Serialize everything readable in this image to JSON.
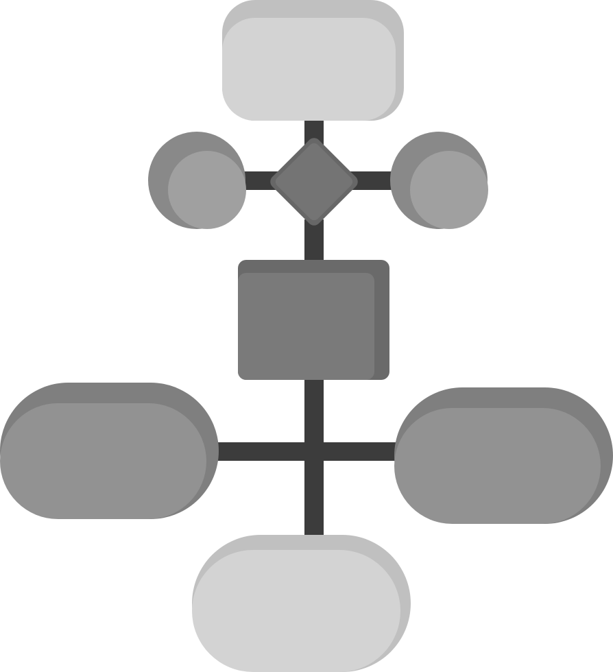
{
  "diagram": {
    "icon": "flowchart-icon",
    "colors": {
      "background": "#ffffff",
      "connector": "#3c3c3c",
      "light_shape": "#d3d3d3",
      "light_shape_shadow": "#c0c0c0",
      "mid_shape": "#a0a0a0",
      "mid_shape_shadow": "#898989",
      "terminal_shape": "#929292",
      "terminal_shape_shadow": "#7f7f7f",
      "dark_shape": "#7a7a7a",
      "dark_shape_shadow": "#6a6a6a",
      "decision_shape": "#747474",
      "decision_shape_shadow": "#676767"
    },
    "nodes": [
      {
        "id": "start",
        "shape": "rounded-rectangle",
        "tone": "light"
      },
      {
        "id": "decision",
        "shape": "diamond",
        "tone": "decision"
      },
      {
        "id": "left-circle",
        "shape": "circle",
        "tone": "mid"
      },
      {
        "id": "right-circle",
        "shape": "circle",
        "tone": "mid"
      },
      {
        "id": "process",
        "shape": "square",
        "tone": "dark"
      },
      {
        "id": "left-terminal",
        "shape": "stadium",
        "tone": "terminal"
      },
      {
        "id": "right-terminal",
        "shape": "stadium",
        "tone": "terminal"
      },
      {
        "id": "end",
        "shape": "stadium",
        "tone": "light"
      }
    ]
  }
}
